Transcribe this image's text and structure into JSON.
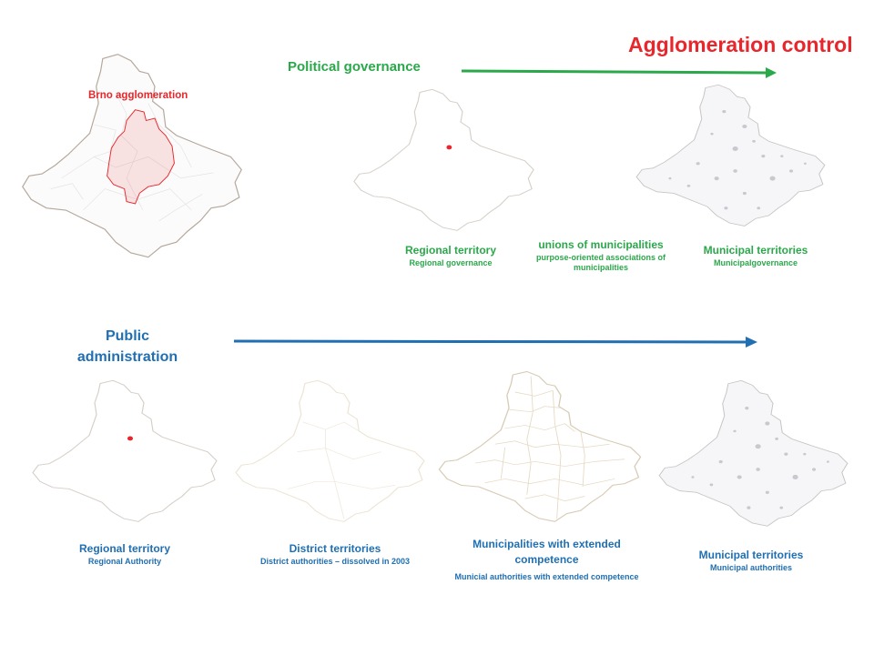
{
  "title": "Agglomeration control",
  "political": {
    "heading": "Political governance",
    "color": "#2aa84a",
    "regional": {
      "label": "Regional territory",
      "sub": "Regional governance"
    },
    "unions": {
      "label": "unions of municipalities",
      "sub1": "purpose-oriented associations of",
      "sub2": "municipalities"
    },
    "municipal": {
      "label": "Municipal territories",
      "sub": "Municipalgovernance"
    }
  },
  "public": {
    "heading1": "Public",
    "heading2": "administration",
    "color": "#1f6fb2",
    "regional": {
      "label": "Regional territory",
      "sub": "Regional Authority"
    },
    "district": {
      "label": "District territories",
      "sub": "District authorities – dissolved in 2003"
    },
    "extended": {
      "label1": "Municipalities with extended",
      "label2": "competence",
      "sub": "Municial authorities with extended competence"
    },
    "municipal": {
      "label": "Municipal territories",
      "sub": "Municipal authorities"
    }
  },
  "agglomeration": {
    "label": "Brno agglomeration",
    "color": "#e8262c"
  }
}
